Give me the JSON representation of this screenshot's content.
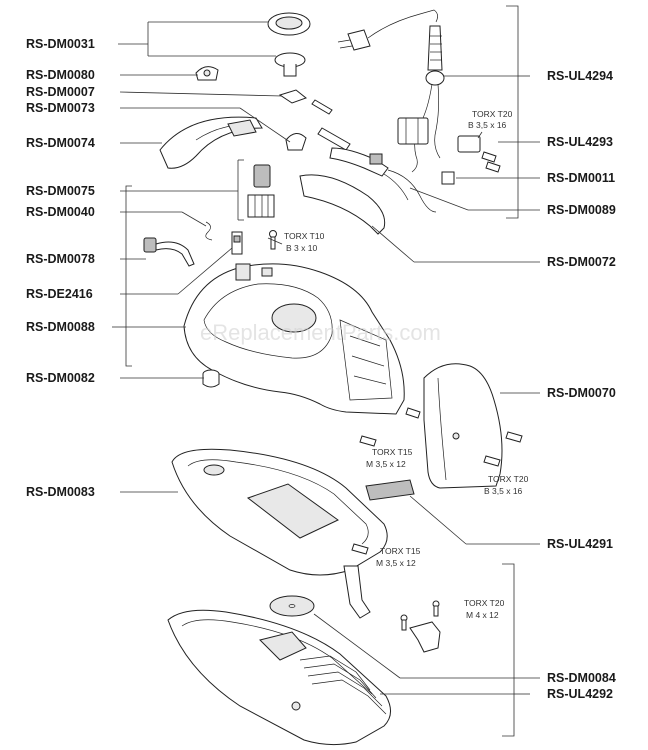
{
  "labels_left": {
    "dm0031": "RS-DM0031",
    "dm0080": "RS-DM0080",
    "dm0007": "RS-DM0007",
    "dm0073": "RS-DM0073",
    "dm0074": "RS-DM0074",
    "dm0075": "RS-DM0075",
    "dm0040": "RS-DM0040",
    "dm0078": "RS-DM0078",
    "de2416": "RS-DE2416",
    "dm0088": "RS-DM0088",
    "dm0082": "RS-DM0082",
    "dm0083": "RS-DM0083"
  },
  "labels_right": {
    "ul4294": "RS-UL4294",
    "ul4293": "RS-UL4293",
    "dm0011": "RS-DM0011",
    "dm0089": "RS-DM0089",
    "dm0072": "RS-DM0072",
    "dm0070": "RS-DM0070",
    "ul4291": "RS-UL4291",
    "dm0084": "RS-DM0084",
    "ul4292": "RS-UL4292"
  },
  "screw_notes": {
    "torx_t20_top": {
      "line1": "TORX T20",
      "line2": "B 3,5 x 16"
    },
    "torx_t10": {
      "line1": "TORX T10",
      "line2": "B 3 x 10"
    },
    "torx_t15_mid": {
      "line1": "TORX T15",
      "line2": "M 3,5 x 12"
    },
    "torx_t20_mid": {
      "line1": "TORX T20",
      "line2": "B 3,5 x 16"
    },
    "torx_t15_low": {
      "line1": "TORX T15",
      "line2": "M 3,5 x 12"
    },
    "torx_t20_low": {
      "line1": "TORX T20",
      "line2": "M 4 x 12"
    }
  },
  "watermark": "eReplacementParts.com"
}
